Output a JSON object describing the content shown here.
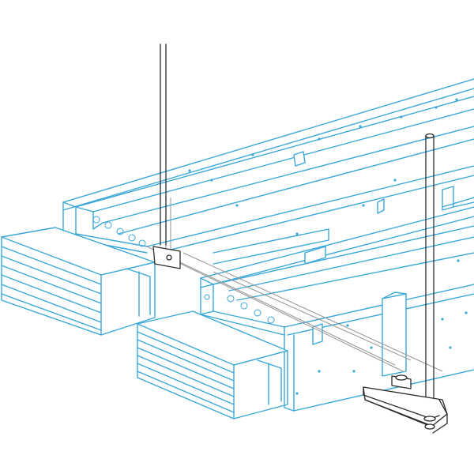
{
  "figure": {
    "background": "#ffffff",
    "colors": {
      "busbar_trunking": "#3aa7d8",
      "support_hardware": "#2b2b2b",
      "hidden_lines": "#9a9a9a"
    },
    "components": {
      "busbar_runs": 2,
      "hanger_rods": 2,
      "support_channels": 1,
      "conductor_stacks": 2
    }
  }
}
